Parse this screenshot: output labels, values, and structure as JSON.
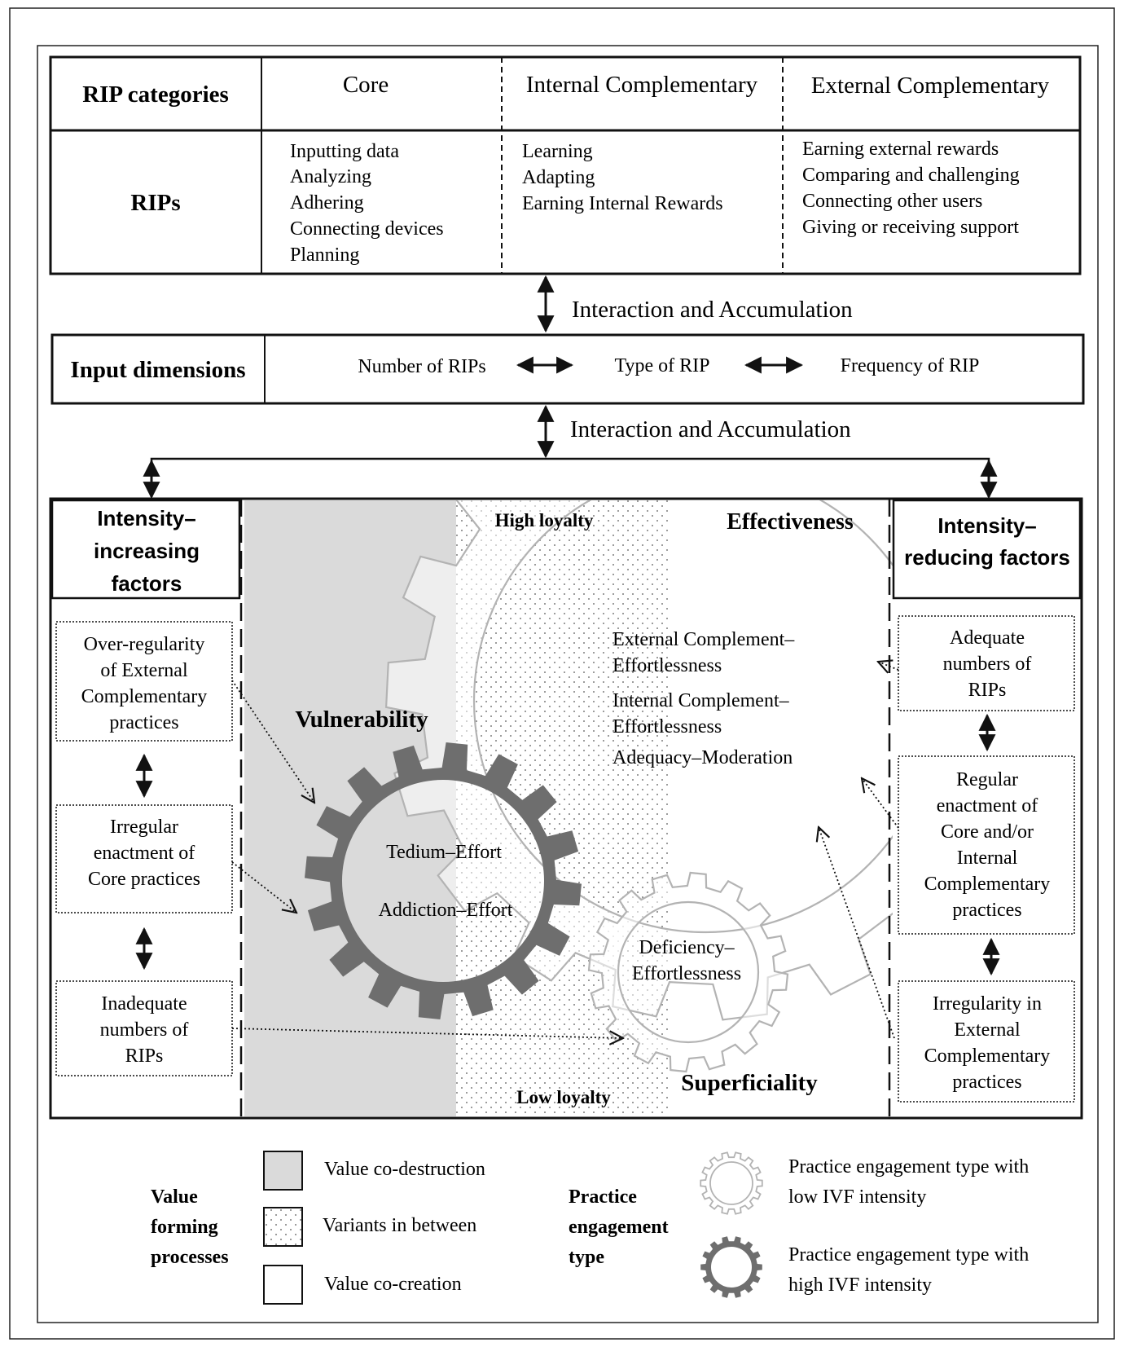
{
  "top_table": {
    "header_label": "RIP categories",
    "row_label": "RIPs",
    "columns": [
      {
        "title": "Core",
        "items": [
          "Inputting data",
          "Analyzing",
          "Adhering",
          "Connecting devices",
          "Planning"
        ]
      },
      {
        "title": "Internal Complementary",
        "items": [
          "Learning",
          "Adapting",
          "Earning Internal Rewards"
        ]
      },
      {
        "title": "External Complementary",
        "items": [
          "Earning external rewards",
          "Comparing and challenging",
          "Connecting other users",
          "Giving or receiving support"
        ]
      }
    ]
  },
  "interaction_label_1": "Interaction and Accumulation",
  "input_dimensions": {
    "label": "Input dimensions",
    "items": [
      "Number of  RIPs",
      "Type of  RIP",
      "Frequency of  RIP"
    ]
  },
  "interaction_label_2": "Interaction and Accumulation",
  "left_panel": {
    "title_lines": [
      "Intensity–",
      "increasing",
      "factors"
    ],
    "factors": [
      [
        "Over-regularity",
        "of External",
        "Complementary",
        "practices"
      ],
      [
        "Irregular",
        "enactment of",
        "Core practices"
      ],
      [
        "Inadequate",
        "numbers of",
        "RIPs"
      ]
    ]
  },
  "right_panel": {
    "title_lines": [
      "Intensity–",
      "reducing factors"
    ],
    "factors": [
      [
        "Adequate",
        "numbers of",
        "RIPs"
      ],
      [
        "Regular",
        "enactment of",
        "Core and/or",
        "Internal",
        "Complementary",
        "practices"
      ],
      [
        "Irregularity in",
        "External",
        "Complementary",
        "practices"
      ]
    ]
  },
  "center": {
    "high_loyalty": "High loyalty",
    "low_loyalty": "Low loyalty",
    "effectiveness": "Effectiveness",
    "vulnerability": "Vulnerability",
    "superficiality": "Superficiality",
    "effectiveness_gear_labels": [
      "External Complement–",
      "Effortlessness",
      "Internal Complement–",
      "Effortlessness",
      "Adequacy–Moderation"
    ],
    "vulnerability_gear_labels": [
      "Tedium–Effort",
      "Addiction–Effort"
    ],
    "superficiality_gear_labels": [
      "Deficiency–",
      "Effortlessness"
    ]
  },
  "legend": {
    "value_forming_title": [
      "Value",
      "forming",
      "processes"
    ],
    "value_items": [
      "Value co-destruction",
      "Variants in between",
      "Value co-creation"
    ],
    "engagement_title": [
      "Practice",
      "engagement",
      "type"
    ],
    "engagement_items": [
      [
        "Practice engagement type with",
        "low IVF intensity"
      ],
      [
        "Practice engagement type with",
        "high IVF intensity"
      ]
    ]
  },
  "colors": {
    "destruction_fill": "#dadada",
    "dark_gear": "#6e6e6e",
    "light_gear": "#bdbdbd",
    "line": "#111111"
  }
}
